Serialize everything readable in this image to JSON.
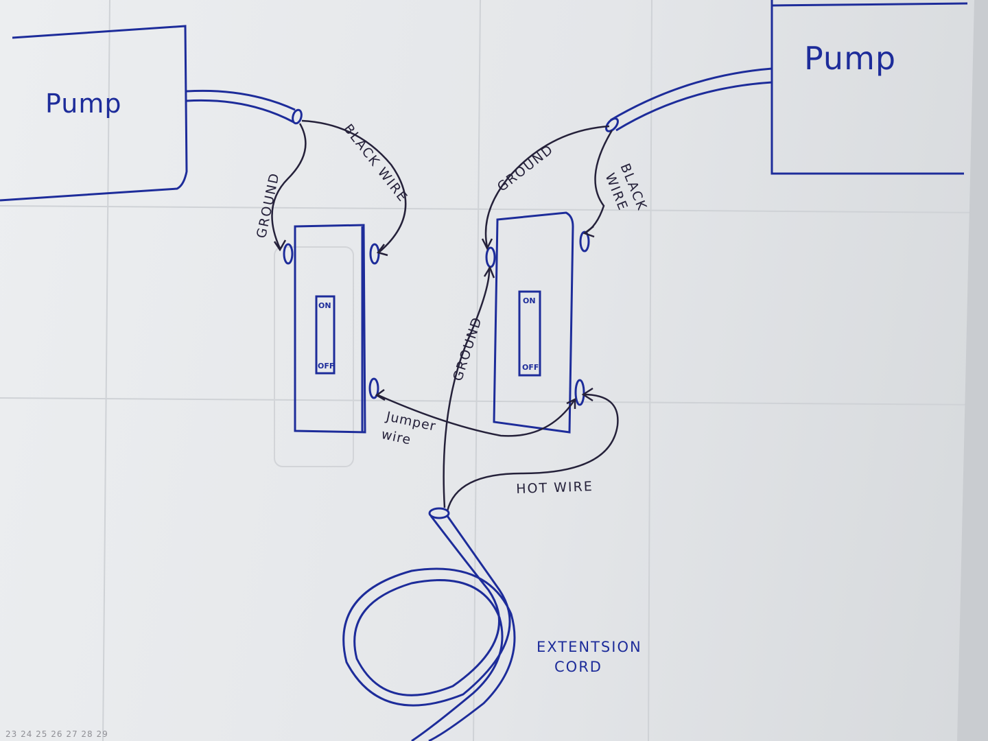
{
  "diagram": {
    "pump_left": "Pump",
    "pump_right": "Pump",
    "left_switch": {
      "ground": "GROUND",
      "black_wire": "BLACK WIRE",
      "on": "ON",
      "off": "OFF"
    },
    "right_switch": {
      "ground_top": "GROUND",
      "black_wire_line1": "BLACK",
      "black_wire_line2": "WIRE",
      "ground_cord": "GROUND",
      "on": "ON",
      "off": "OFF"
    },
    "jumper_wire_line1": "Jumper",
    "jumper_wire_line2": "wire",
    "hot_wire": "HOT WIRE",
    "extension_cord_line1": "EXTENTSION",
    "extension_cord_line2": "CORD",
    "page_footer_numbers": "23 24 25 26 27 28 29"
  },
  "colors": {
    "ink_blue": "#1d2c9a",
    "ink_dark": "#25213a",
    "paper": "#e6e8eb"
  }
}
